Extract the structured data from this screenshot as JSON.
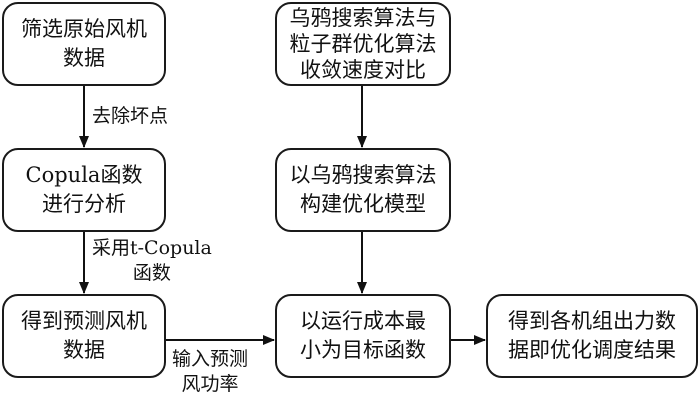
{
  "nodes": {
    "screen": [
      "筛选原始风机",
      "数据"
    ],
    "copula": [
      "Copula函数",
      "进行分析"
    ],
    "predict": [
      "得到预测风机",
      "数据"
    ],
    "compare": [
      "乌鸦搜索算法与",
      "粒子群优化算法",
      "收敛速度对比"
    ],
    "model": [
      "以乌鸦搜索算法",
      "构建优化模型"
    ],
    "objective": [
      "以运行成本最",
      "小为目标函数"
    ],
    "result": [
      "得到各机组出力数",
      "据即优化调度结果"
    ]
  },
  "edges": {
    "remove_bad": [
      "去除坏点"
    ],
    "t_copula": [
      "采用t-Copula",
      "函数"
    ],
    "input_wind": [
      "输入预测",
      "风功率"
    ]
  }
}
